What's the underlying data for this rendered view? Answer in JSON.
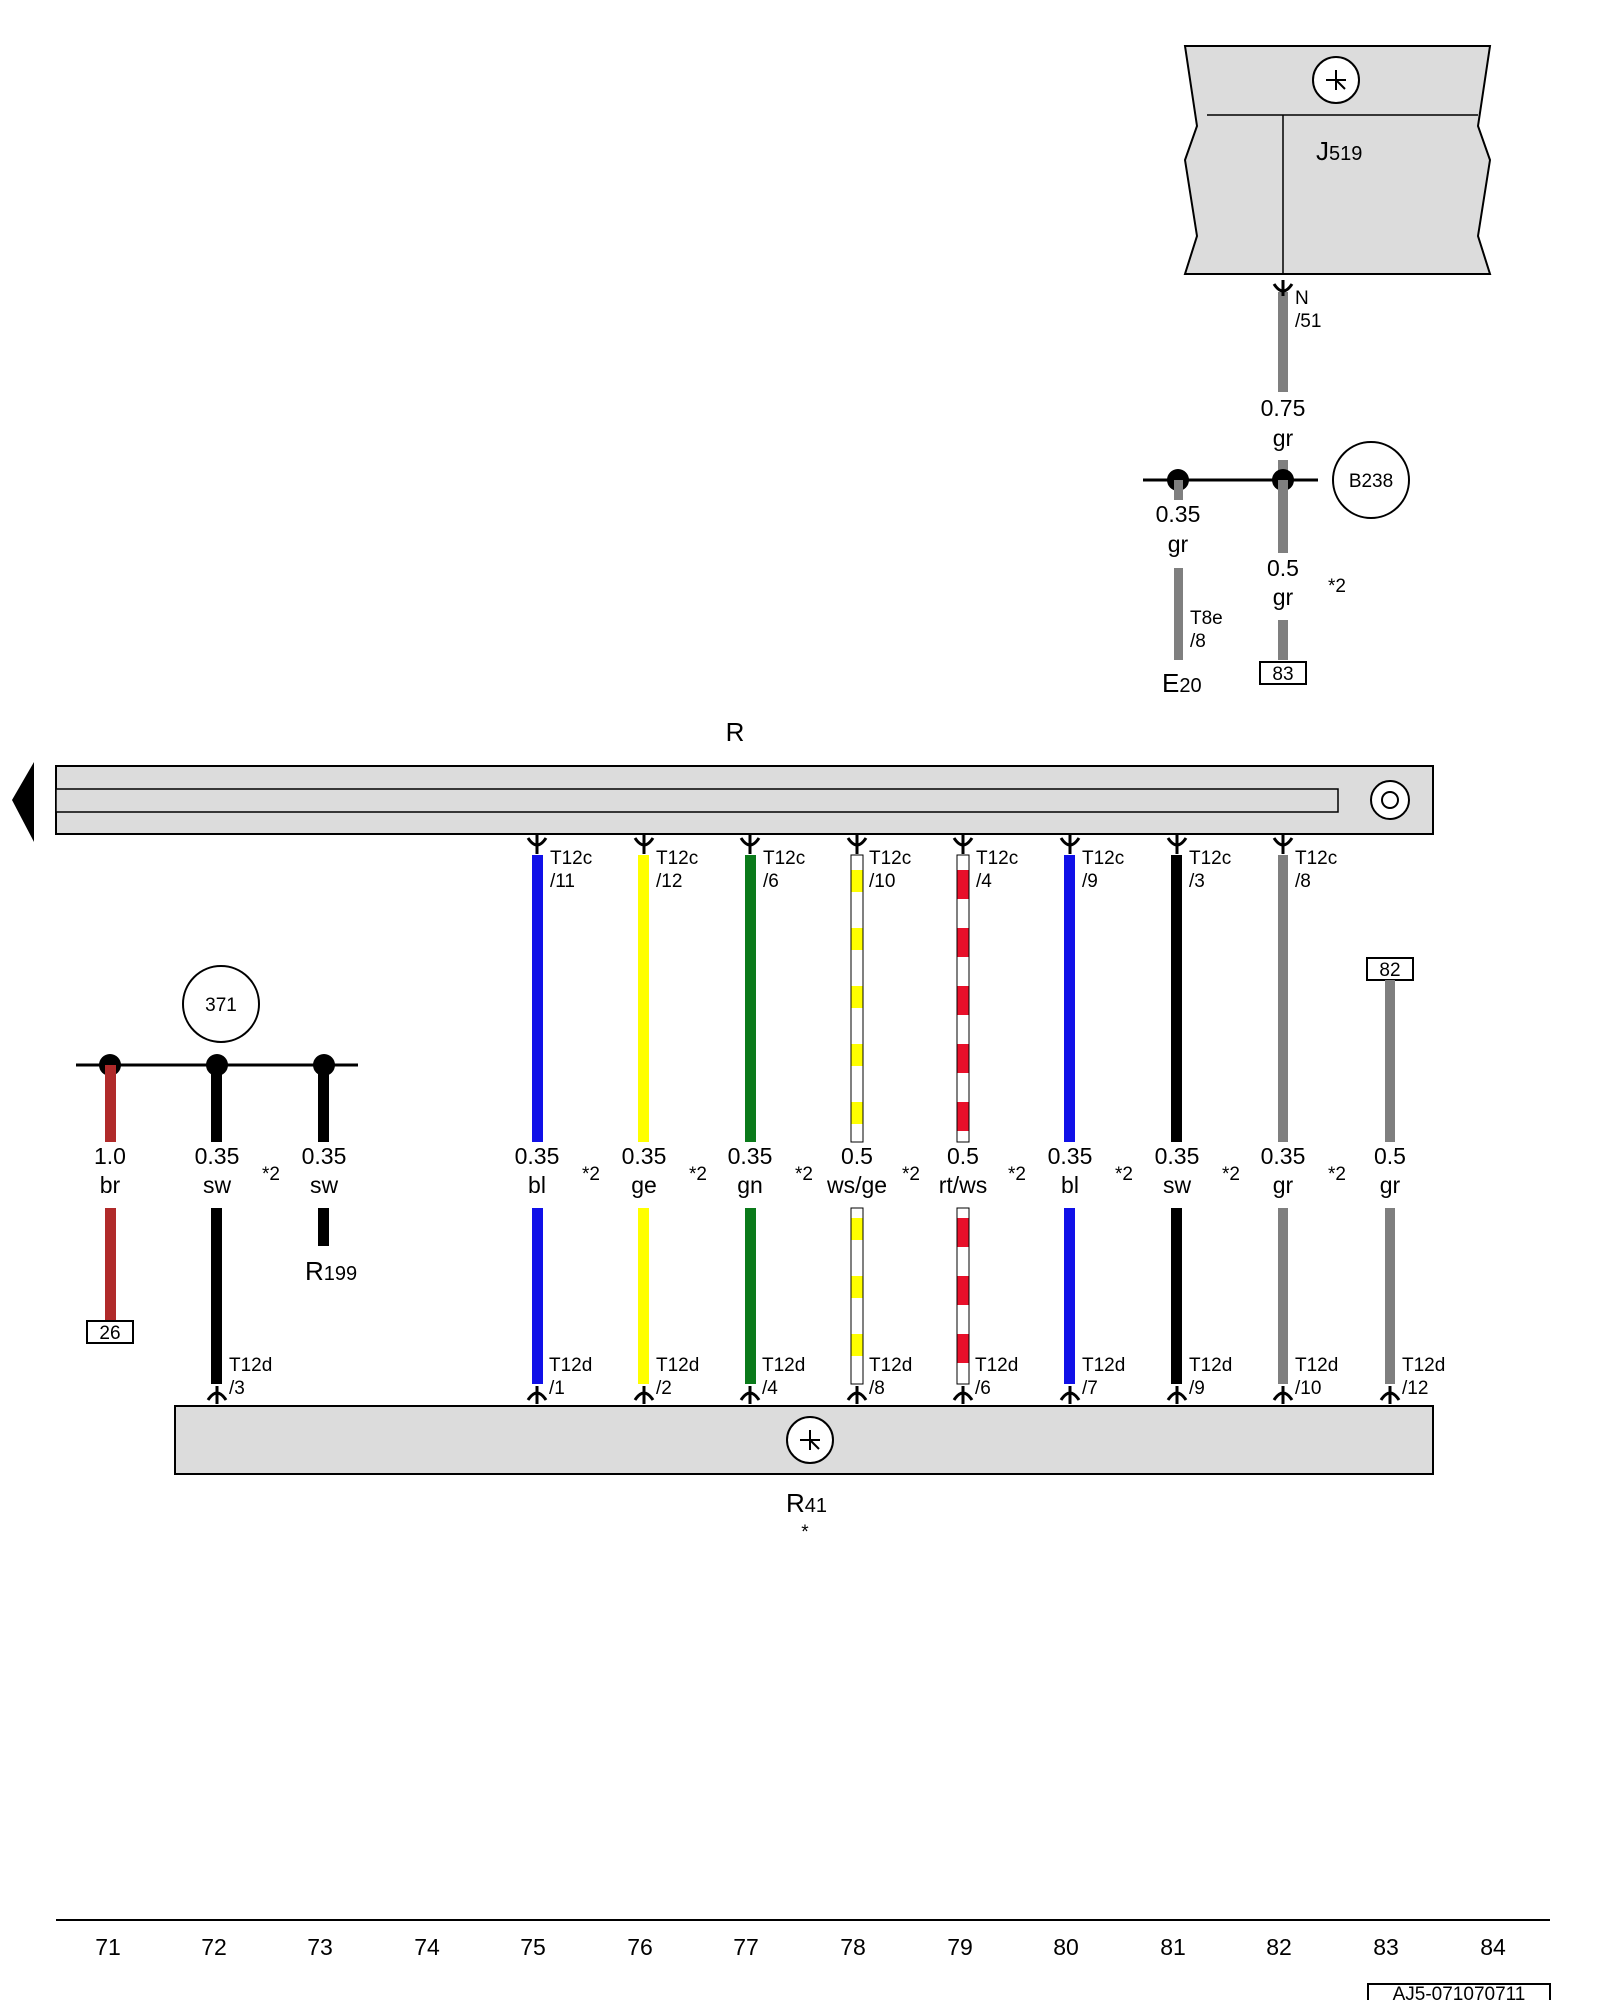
{
  "colors": {
    "bl": "#1010e8",
    "ge": "#ffff00",
    "gn": "#0a7a1a",
    "sw": "#000000",
    "gr": "#7f7f7f",
    "br": "#b02a2a",
    "rt": "#e8102a",
    "ws": "#ffffff",
    "component_fill": "#dcdcdc"
  },
  "components": {
    "j519": {
      "label": "J",
      "sub": "519",
      "icon": "ground-symbol-icon"
    },
    "r": {
      "label": "R",
      "icon": "target-icon"
    },
    "r41": {
      "label": "R",
      "sub": "41",
      "note": "*",
      "icon": "ground-symbol-icon"
    },
    "e20": {
      "label": "E",
      "sub": "20"
    },
    "r199": {
      "label": "R",
      "sub": "199"
    }
  },
  "connector_labels": {
    "j519_pin": [
      "N",
      "/51"
    ],
    "e20_pin": [
      "T8e",
      "/8"
    ],
    "r_top": [
      [
        "T12c",
        "/11"
      ],
      [
        "T12c",
        "/12"
      ],
      [
        "T12c",
        "/6"
      ],
      [
        "T12c",
        "/10"
      ],
      [
        "T12c",
        "/4"
      ],
      [
        "T12c",
        "/9"
      ],
      [
        "T12c",
        "/3"
      ],
      [
        "T12c",
        "/8"
      ]
    ],
    "r41_bottom": [
      [
        "T12d",
        "/3"
      ],
      [
        "T12d",
        "/1"
      ],
      [
        "T12d",
        "/2"
      ],
      [
        "T12d",
        "/4"
      ],
      [
        "T12d",
        "/8"
      ],
      [
        "T12d",
        "/6"
      ],
      [
        "T12d",
        "/7"
      ],
      [
        "T12d",
        "/9"
      ],
      [
        "T12d",
        "/10"
      ],
      [
        "T12d",
        "/12"
      ]
    ]
  },
  "ground_points": {
    "b238": "B238",
    "g371": "371"
  },
  "wire_labels": {
    "j519_out": [
      "0.75",
      "gr"
    ],
    "e20_branch": [
      "0.35",
      "gr"
    ],
    "b238_down": [
      "0.5",
      "gr",
      "*2"
    ],
    "br_wire": [
      "1.0",
      "br"
    ],
    "sw_72": [
      "0.35",
      "sw",
      "*2"
    ],
    "sw_73": [
      "0.35",
      "sw"
    ],
    "w75": [
      "0.35",
      "bl",
      "*2"
    ],
    "w76": [
      "0.35",
      "ge",
      "*2"
    ],
    "w77": [
      "0.35",
      "gn",
      "*2"
    ],
    "w78": [
      "0.5",
      "ws/ge",
      "*2"
    ],
    "w79": [
      "0.5",
      "rt/ws",
      "*2"
    ],
    "w80": [
      "0.35",
      "bl",
      "*2"
    ],
    "w81": [
      "0.35",
      "sw",
      "*2"
    ],
    "w82": [
      "0.35",
      "gr",
      "*2"
    ],
    "w83": [
      "0.5",
      "gr"
    ]
  },
  "reference_boxes": {
    "ref_83": "83",
    "ref_82": "82",
    "ref_26": "26"
  },
  "column_numbers": [
    "71",
    "72",
    "73",
    "74",
    "75",
    "76",
    "77",
    "78",
    "79",
    "80",
    "81",
    "82",
    "83",
    "84"
  ],
  "drawing_id": "AJ5-071070711"
}
